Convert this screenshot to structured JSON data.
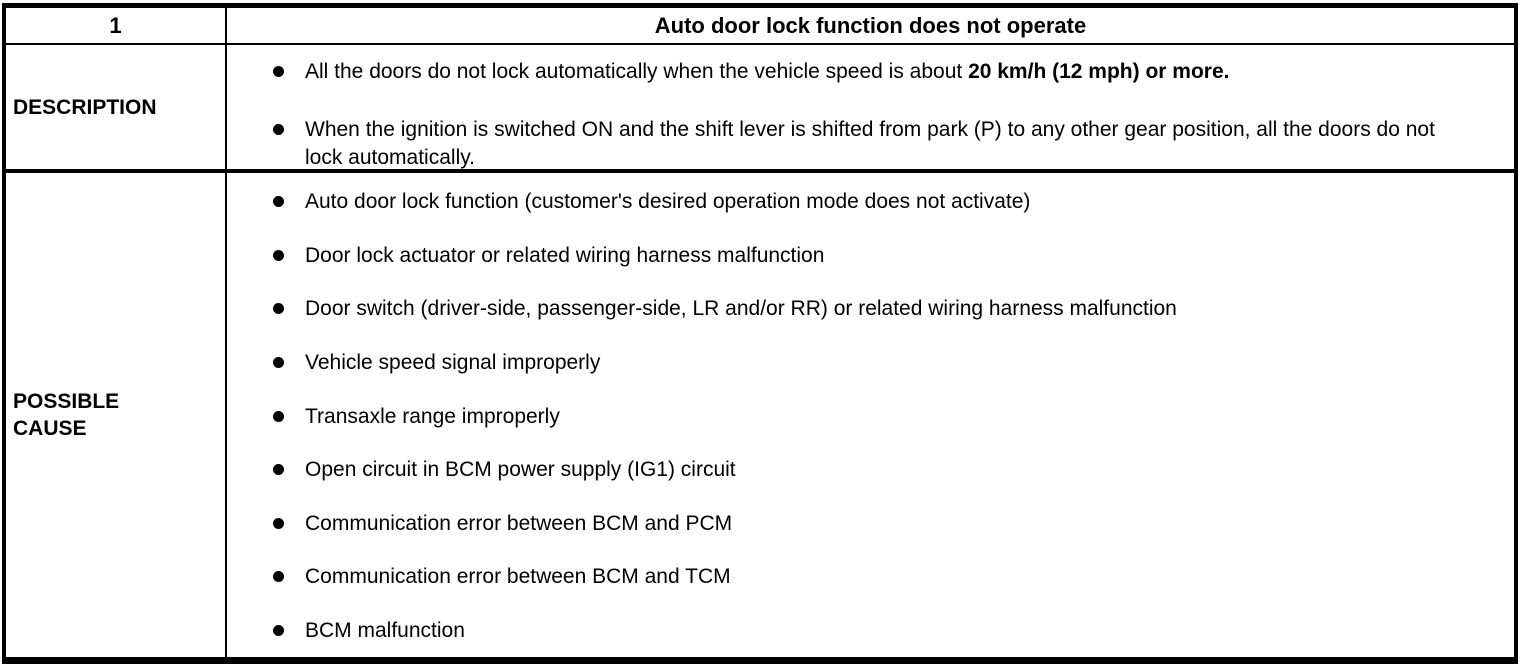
{
  "colors": {
    "border": "#000000",
    "text": "#000000",
    "background": "#ffffff"
  },
  "table": {
    "row_number": "1",
    "title": "Auto door lock function does not operate",
    "description": {
      "label": "DESCRIPTION",
      "items": [
        [
          {
            "t": "All the doors do not lock automatically when the vehicle speed is about ",
            "b": false
          },
          {
            "t": "20 km/h (12 mph) or more.",
            "b": true
          }
        ],
        [
          {
            "t": "When the ignition is switched ON and the shift lever is shifted from park (P) to any other gear position, all the doors do not lock automatically.",
            "b": false
          }
        ]
      ]
    },
    "possible_cause": {
      "label": "POSSIBLE\nCAUSE",
      "items": [
        "Auto door lock function (customer's desired operation mode does not activate)",
        "Door lock actuator or related wiring harness malfunction",
        "Door switch (driver-side, passenger-side, LR and/or RR) or related wiring harness malfunction",
        "Vehicle speed signal improperly",
        "Transaxle range improperly",
        "Open circuit in BCM power supply (IG1) circuit",
        "Communication error between BCM and PCM",
        "Communication error between BCM and TCM",
        "BCM malfunction"
      ]
    }
  }
}
